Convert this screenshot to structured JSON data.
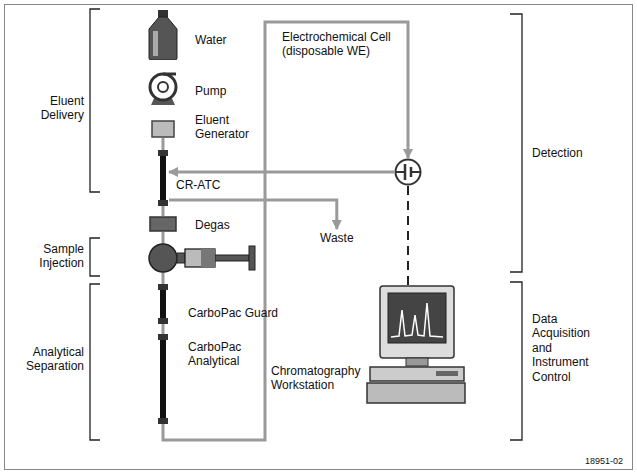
{
  "diagram": {
    "nodes": [
      {
        "text": [
          "Water"
        ]
      },
      {
        "text": [
          "Pump"
        ]
      },
      {
        "text": [
          "Eluent Generator"
        ]
      },
      {
        "text": [
          "CR-ATC"
        ]
      },
      {
        "text": [
          "Degas"
        ]
      },
      {
        "text": [
          "CarboPac Guard"
        ]
      },
      {
        "text": [
          "CarboPac Analytical"
        ]
      },
      {
        "text": [
          "Electrochemical Cell (disposable WE)"
        ]
      },
      {
        "text": [
          "Waste"
        ]
      },
      {
        "text": [
          "Chromatography Workstation"
        ]
      }
    ],
    "edges": [
      {
        "from": 2,
        "to": 3,
        "arrow": "none"
      },
      {
        "from": 3,
        "to": 4,
        "arrow": "none"
      },
      {
        "from": 4,
        "to": 5,
        "arrow": "none"
      },
      {
        "from": 5,
        "to": 6,
        "arrow": "none"
      },
      {
        "from": 6,
        "to": 7,
        "arrow": "to"
      },
      {
        "from": 7,
        "to": 3,
        "arrow": "to"
      },
      {
        "from": 3,
        "to": 8,
        "arrow": "to"
      },
      {
        "from": 7,
        "to": 9,
        "arrow": "none"
      }
    ],
    "labels": [
      "Eluent Delivery",
      "Sample Injection",
      "Analytical Separation",
      "Detection",
      "Data Acquisition and Instrument Control",
      "18951-02"
    ]
  }
}
